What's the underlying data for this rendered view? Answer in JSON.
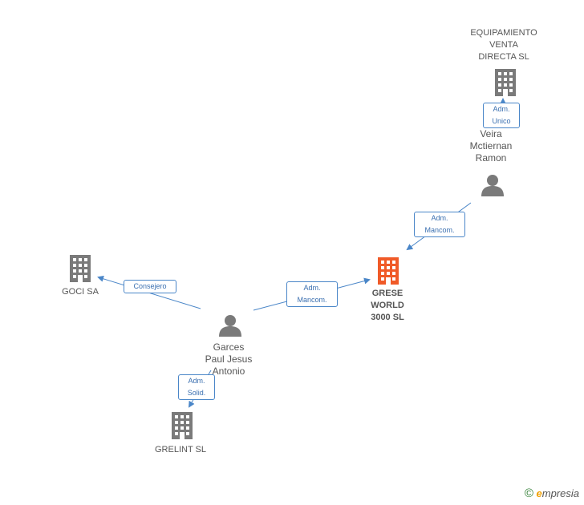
{
  "nodes": {
    "equipamiento": {
      "label": "EQUIPAMIENTO\nVENTA\nDIRECTA SL",
      "type": "company"
    },
    "veira": {
      "label": "Veira\nMctiernan\nRamon",
      "type": "person"
    },
    "grese": {
      "label": "GRESE\nWORLD\n3000 SL",
      "type": "company-main"
    },
    "goci": {
      "label": "GOCI SA",
      "type": "company"
    },
    "garces": {
      "label": "Garces\nPaul Jesus\nAntonio",
      "type": "person"
    },
    "grelint": {
      "label": "GRELINT SL",
      "type": "company"
    }
  },
  "edges": {
    "adm_unico": {
      "label": "Adm.\nUnico"
    },
    "adm_mancom_1": {
      "label": "Adm.\nMancom."
    },
    "adm_mancom_2": {
      "label": "Adm.\nMancom."
    },
    "consejero": {
      "label": "Consejero"
    },
    "adm_solid": {
      "label": "Adm.\nSolid."
    }
  },
  "colors": {
    "company": "#7a7a7a",
    "main": "#f05a28",
    "person": "#7a7a7a",
    "edge": "#4a86c8"
  },
  "brand": {
    "copyright": "©",
    "e": "e",
    "rest": "mpresia"
  }
}
